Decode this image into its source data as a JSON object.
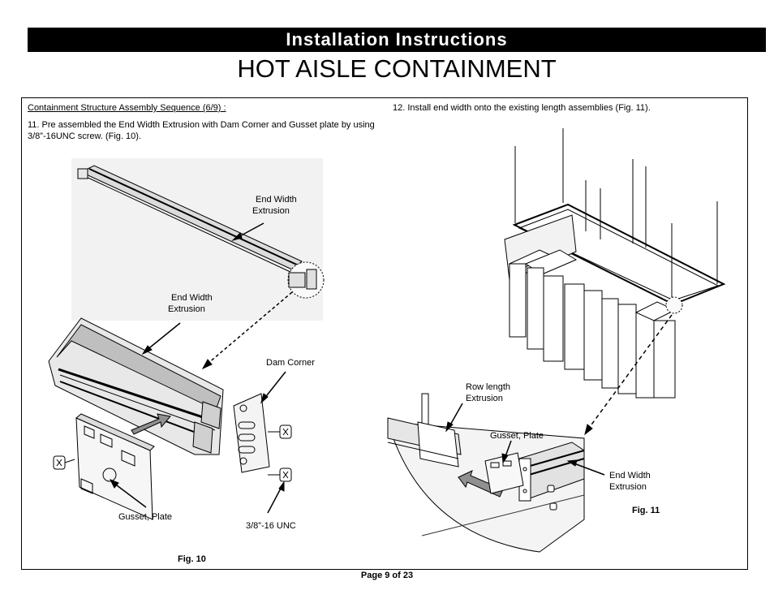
{
  "header": {
    "title": "Installation Instructions",
    "subtitle": "HOT AISLE CONTAINMENT"
  },
  "steps": {
    "heading": "Containment Structure Assembly Sequence (6/9) :",
    "step11": "11. Pre assembled the End Width Extrusion with Dam Corner and Gusset plate by using 3/8”-16UNC screw. (Fig. 10).",
    "step12": "12.  Install end width onto the existing length assemblies (Fig. 11)."
  },
  "fig10": {
    "caption": "Fig. 10",
    "labels": {
      "end_width_top_1": "End Width",
      "end_width_top_2": "Extrusion",
      "end_width_mid_1": "End Width",
      "end_width_mid_2": "Extrusion",
      "dam_corner": "Dam Corner",
      "gusset_plate": "Gusset, Plate",
      "screw": "3/8”-16 UNC"
    }
  },
  "fig11": {
    "caption": "Fig. 11",
    "labels": {
      "row_length_1": "Row length",
      "row_length_2": "Extrusion",
      "gusset_plate": "Gusset, Plate",
      "end_width_1": "End Width",
      "end_width_2": "Extrusion"
    }
  },
  "footer": {
    "page": "Page 9 of 23"
  }
}
